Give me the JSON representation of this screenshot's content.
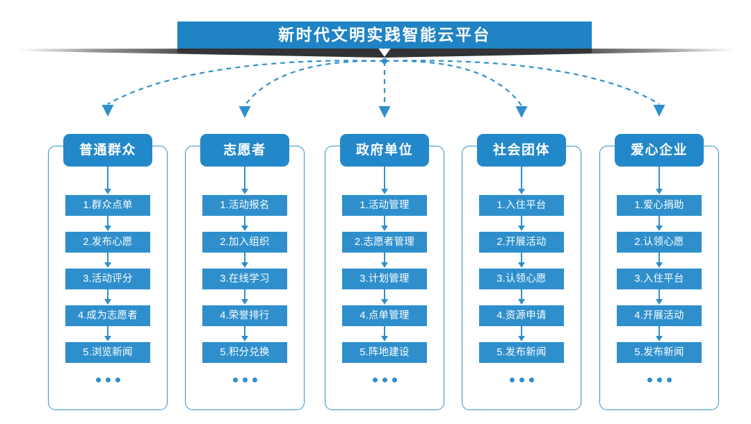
{
  "banner": {
    "title": "新时代文明实践智能云平台",
    "bar_color": "#2083c4",
    "ribbon_color": "#3a3a3a",
    "notch_icon": "down-triangle-icon"
  },
  "theme": {
    "accent": "#2e8fcc",
    "header_blue": "#2388c9",
    "banner_blue": "#2083c4",
    "background": "#ffffff",
    "text_on_accent": "#ffffff"
  },
  "connectors": {
    "style": "dashed",
    "color": "#2e8fcc",
    "hub_label": "platform-hub",
    "arrow_icon": "down-arrow-icon",
    "count": 5
  },
  "columns": [
    {
      "id": "general-public",
      "header": "普通群众",
      "items": [
        "1.群众点单",
        "2.发布心愿",
        "3.活动评分",
        "4.成为志愿者",
        "5.浏览新闻"
      ],
      "more": "•••"
    },
    {
      "id": "volunteer",
      "header": "志愿者",
      "items": [
        "1.活动报名",
        "2.加入组织",
        "3.在线学习",
        "4.荣誉排行",
        "5.积分兑换"
      ],
      "more": "•••"
    },
    {
      "id": "government-unit",
      "header": "政府单位",
      "items": [
        "1.活动管理",
        "2.志愿者管理",
        "3.计划管理",
        "4.点单管理",
        "5.阵地建设"
      ],
      "more": "•••"
    },
    {
      "id": "social-group",
      "header": "社会团体",
      "items": [
        "1.入住平台",
        "2.开展活动",
        "3.认领心愿",
        "4.资源申请",
        "5.发布新闻"
      ],
      "more": "•••"
    },
    {
      "id": "caring-enterprise",
      "header": "爱心企业",
      "items": [
        "1.爱心捐助",
        "2.认领心愿",
        "3.入住平台",
        "4.开展活动",
        "5.发布新闻"
      ],
      "more": "•••"
    }
  ]
}
